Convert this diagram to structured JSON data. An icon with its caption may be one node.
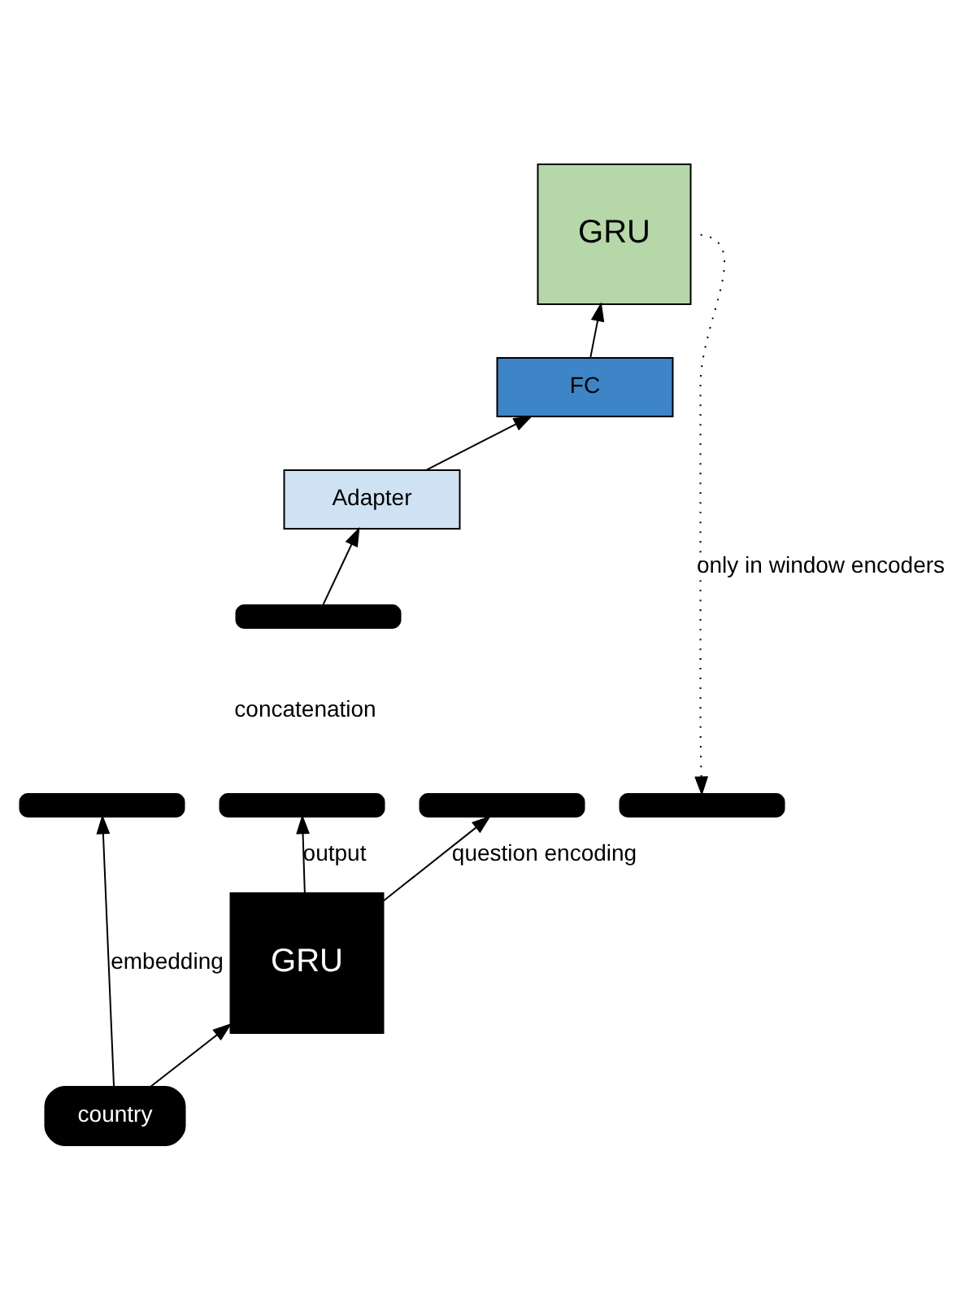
{
  "diagram": {
    "nodes": [
      {
        "text": [
          "GRU"
        ]
      },
      {
        "text": [
          "FC"
        ]
      },
      {
        "text": [
          "Adapter"
        ]
      },
      {
        "text": [],
        "shape": "bar"
      },
      {
        "text": [],
        "shape": "bar"
      },
      {
        "text": [],
        "shape": "bar"
      },
      {
        "text": [],
        "shape": "bar"
      },
      {
        "text": [],
        "shape": "bar"
      },
      {
        "text": [
          "GRU"
        ]
      },
      {
        "text": [
          "country"
        ]
      }
    ],
    "edges": [
      {
        "from": 3,
        "to": 2,
        "arrow": "to"
      },
      {
        "from": 2,
        "to": 1,
        "arrow": "to"
      },
      {
        "from": 1,
        "to": 0,
        "arrow": "to"
      },
      {
        "from": 0,
        "to": 7,
        "arrow": "to",
        "style": "dashed",
        "label": "only in window encoders"
      },
      {
        "from": 8,
        "to": 5,
        "arrow": "to",
        "label": "output"
      },
      {
        "from": 9,
        "to": 8,
        "arrow": "to"
      },
      {
        "from": 9,
        "to": 4,
        "arrow": "to",
        "label": "embedding"
      },
      {
        "from": 8,
        "to": 6,
        "arrow": "to",
        "label": "question encoding"
      }
    ],
    "labels": [
      "concatenation"
    ]
  }
}
